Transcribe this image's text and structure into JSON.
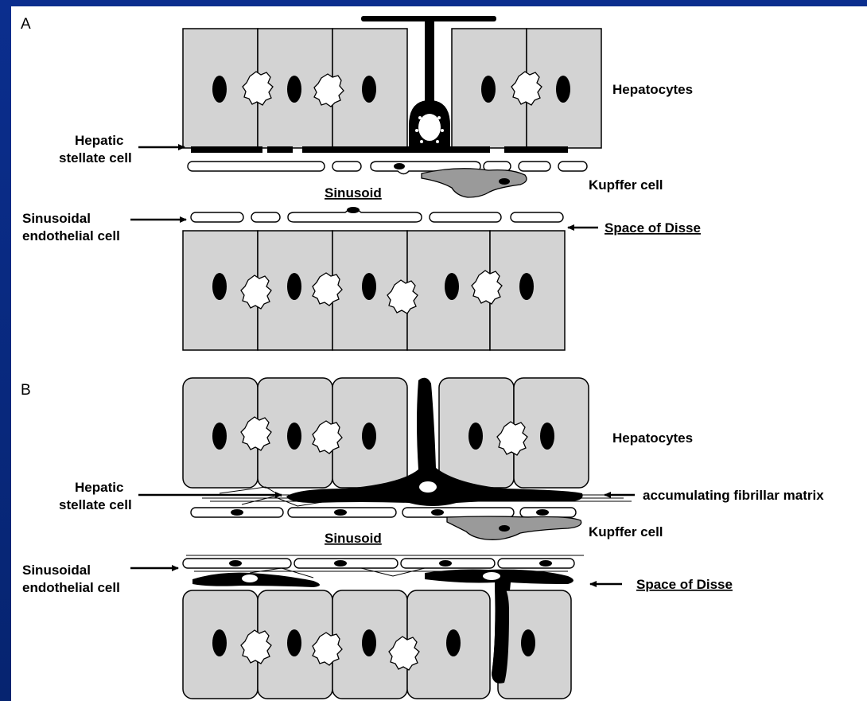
{
  "panel_a": {
    "label": "A",
    "hepatocytes": "Hepatocytes",
    "stellate": [
      "Hepatic",
      "stellate cell"
    ],
    "kupffer": "Kupffer cell",
    "sinusoid": "Sinusoid",
    "endothelial": [
      "Sinusoidal",
      "endothelial cell"
    ],
    "disse": "Space of Disse"
  },
  "panel_b": {
    "label": "B",
    "hepatocytes": "Hepatocytes",
    "stellate": [
      "Hepatic",
      "stellate cell"
    ],
    "matrix": "accumulating fibrillar matrix",
    "kupffer": "Kupffer cell",
    "sinusoid": "Sinusoid",
    "endothelial": [
      "Sinusoidal",
      "endothelial cell"
    ],
    "disse": "Space of Disse"
  },
  "colors": {
    "background": "#0a2a8a",
    "hepatocyte": "#d3d3d3",
    "kupffer": "#9a9a9a",
    "stellate": "#000000"
  }
}
